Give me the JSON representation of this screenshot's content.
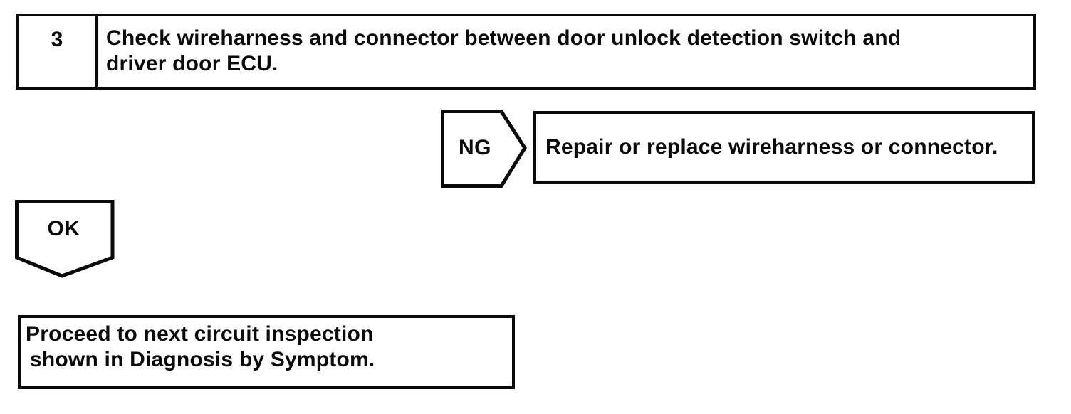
{
  "step": {
    "number": "3",
    "instruction_line1": "Check wireharness and connector between door unlock detection switch and",
    "instruction_line2": "driver door ECU."
  },
  "ng": {
    "label": "NG",
    "result": "Repair or replace wireharness or connector."
  },
  "ok": {
    "label": "OK",
    "result_line1": "Proceed to next circuit inspection",
    "result_line2": "shown in Diagnosis by Symptom."
  },
  "colors": {
    "ink": "#0a0a0a",
    "paper": "#ffffff"
  }
}
